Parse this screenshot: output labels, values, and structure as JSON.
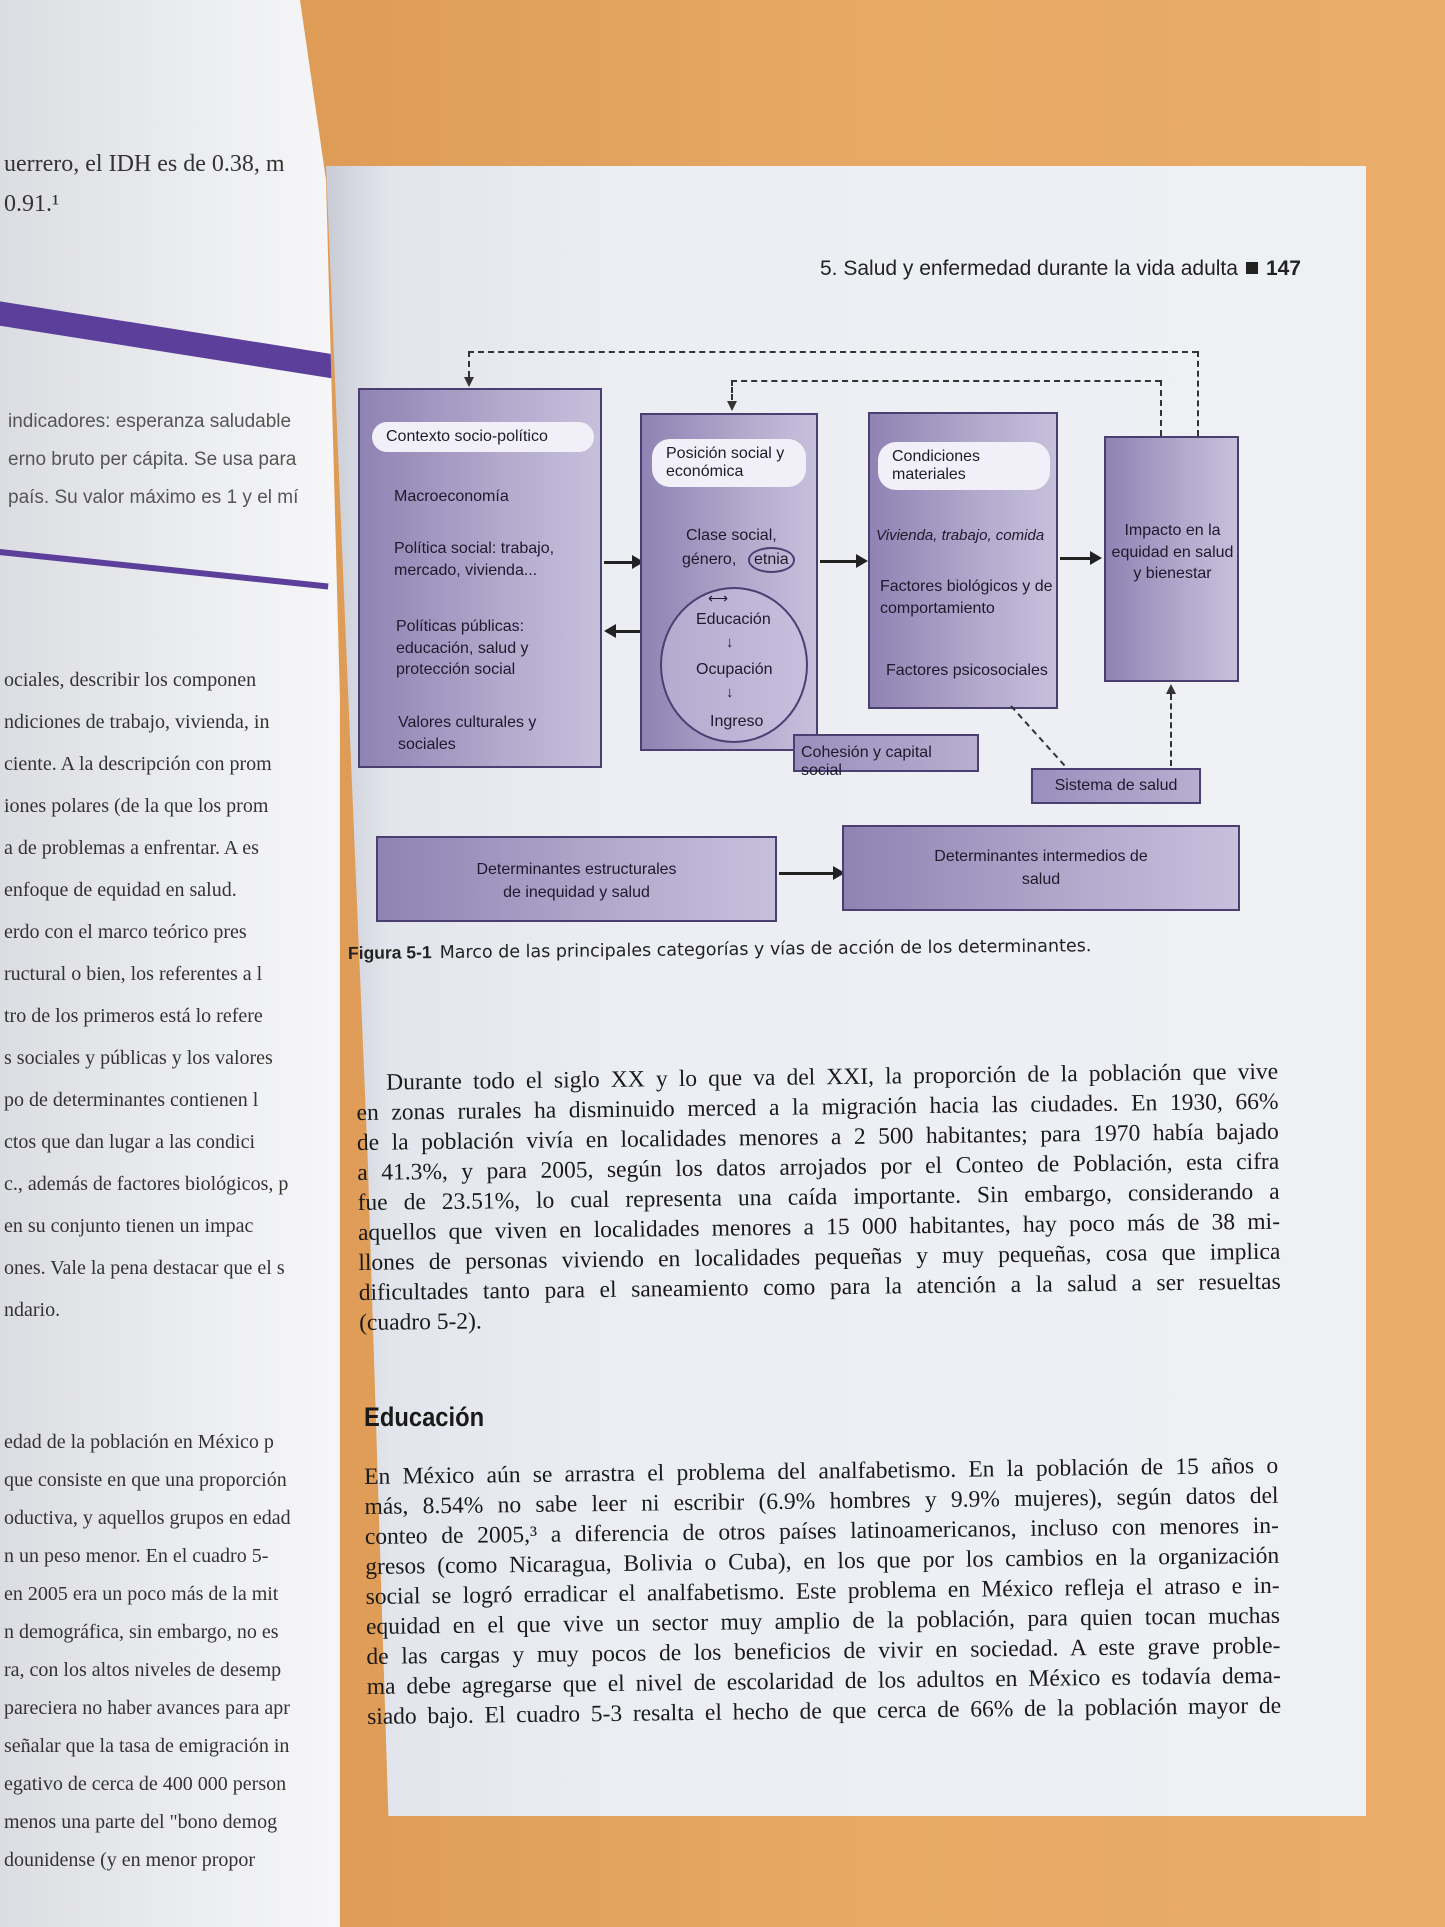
{
  "left_page": {
    "lines": [
      "uerrero, el IDH es de 0.38, m",
      "0.91.¹",
      "indicadores: esperanza saludable",
      "erno bruto per cápita. Se usa para",
      "país. Su valor máximo es 1 y el mí",
      "ociales, describir los componen",
      "ndiciones de trabajo, vivienda, in",
      "ciente. A la descripción con prom",
      "iones polares (de la que los prom",
      "a de problemas a enfrentar. A es",
      "enfoque de equidad en salud.",
      "erdo con el marco teórico pres",
      "ructural o bien, los referentes a l",
      "tro de los primeros está lo refere",
      "s sociales y públicas y los valores",
      "po de determinantes contienen l",
      "ctos que dan lugar a las condici",
      "c., además de factores biológicos, p",
      "en su conjunto tienen un impac",
      "ones. Vale la pena destacar que el s",
      "ndario.",
      "edad de la población en México p",
      "que consiste en que una proporción",
      "oductiva, y aquellos grupos en edad",
      "n un peso menor. En el cuadro 5-",
      "en 2005 era un poco más de la mit",
      "n demográfica, sin embargo, no es",
      "ra, con los altos niveles de desemp",
      "pareciera no haber avances para apr",
      "señalar que la tasa de emigración in",
      "egativo de cerca de 400 000 person",
      "menos una parte del \"bono demog",
      "dounidense (y en menor propor"
    ]
  },
  "header": {
    "chapter": "5. Salud y enfermedad durante la vida adulta",
    "page_number": "147"
  },
  "figure": {
    "box1": {
      "title": "Contexto socio-político",
      "items": [
        "Macroeconomía",
        "Política social: trabajo, mercado, vivienda...",
        "Políticas públicas: educación, salud y protección social",
        "Valores culturales y sociales"
      ]
    },
    "box2": {
      "title": "Posición social y económica",
      "clase": "Clase social,",
      "genero": "género,",
      "etnia": "etnia",
      "educacion": "Educación",
      "ocupacion": "Ocupación",
      "ingreso": "Ingreso"
    },
    "box3": {
      "title": "Condiciones materiales",
      "items": [
        "Vivienda, trabajo, comida",
        "Factores biológicos y de comportamiento",
        "Factores psicosociales"
      ]
    },
    "box4": {
      "title": "Impacto en la equidad en salud y bienestar"
    },
    "cohesion": "Cohesión y capital social",
    "sistema": "Sistema de salud",
    "legend_left": "Determinantes estructurales de inequidad y salud",
    "legend_right": "Determinantes intermedios de salud",
    "caption_label": "Figura 5-1",
    "caption_text": "Marco de las principales categorías y vías de acción de los determinantes."
  },
  "body": {
    "paragraph1": [
      "Durante todo el siglo XX y lo que va del XXI, la proporción de la población que vive",
      "en zonas rurales ha disminuido merced a la migración hacia las ciudades. En 1930, 66%",
      "de la población vivía en localidades menores a 2 500 habitantes; para 1970 había bajado",
      "a 41.3%, y para 2005, según los datos arrojados por el Conteo de Población, esta cifra",
      "fue de 23.51%, lo cual representa una caída importante. Sin embargo, considerando a",
      "aquellos que viven en localidades menores a 15 000 habitantes, hay poco más de 38 mi-",
      "llones de personas viviendo en localidades pequeñas y muy pequeñas, cosa que implica",
      "dificultades tanto para el saneamiento como para la atención a la salud a ser resueltas",
      "(cuadro 5-2)."
    ],
    "section_heading": "Educación",
    "paragraph2": [
      "En México aún se arrastra el problema del analfabetismo. En la población de 15 años o",
      "más, 8.54% no sabe leer ni escribir (6.9% hombres y 9.9% mujeres), según datos del",
      "conteo de 2005,³ a diferencia de otros países latinoamericanos, incluso con menores in-",
      "gresos (como Nicaragua, Bolivia o Cuba), en los que por los cambios en la organización",
      "social se logró erradicar el analfabetismo. Este problema en México refleja el atraso e in-",
      "equidad en el que vive un sector muy amplio de la población, para quien tocan muchas",
      "de las cargas y muy pocos de los beneficios de vivir en sociedad. A este grave proble-",
      "ma debe agregarse que el nivel de escolaridad de los adultos en México es todavía dema-",
      "siado bajo. El cuadro 5-3 resalta el hecho de que cerca de 66% de la población mayor de"
    ]
  },
  "colors": {
    "box_fill": "#a89fc6",
    "box_border": "#4b3f72",
    "accent_band": "#5b3f9a",
    "background": "#e2a25f"
  }
}
